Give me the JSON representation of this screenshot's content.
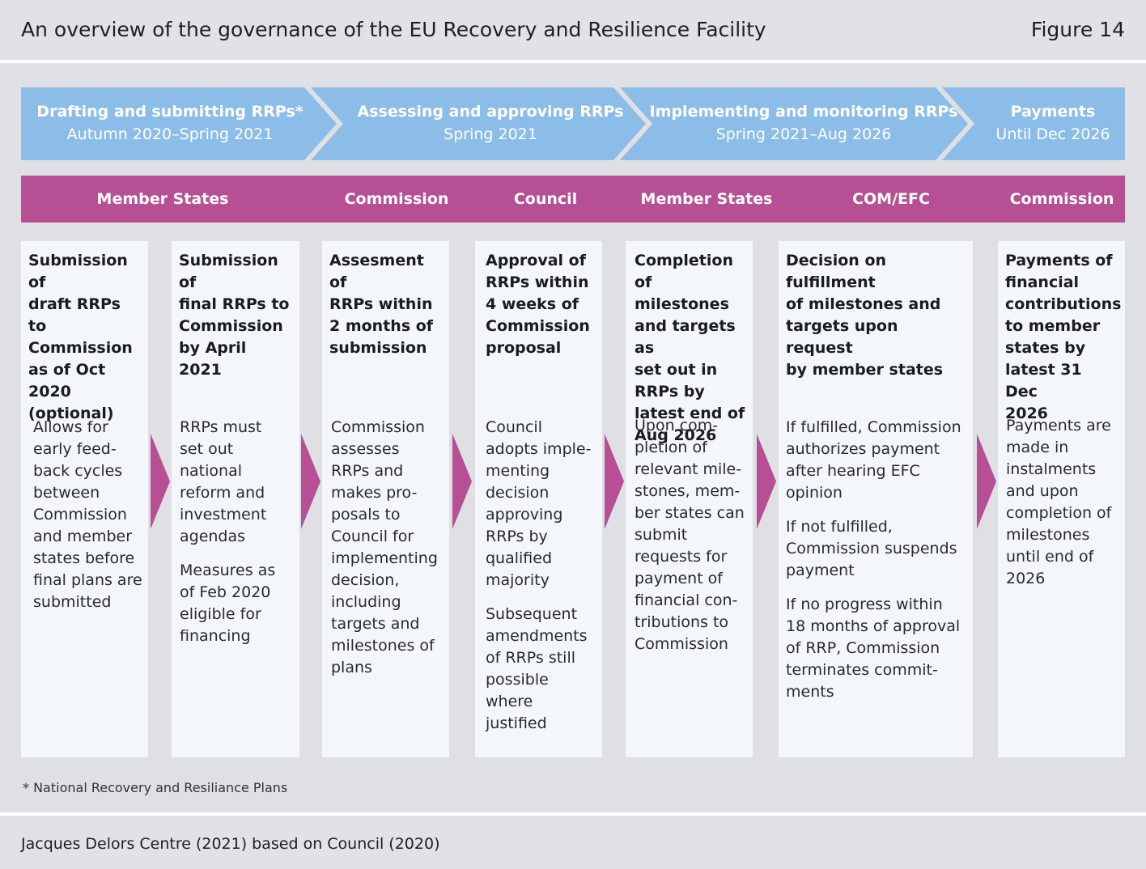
{
  "header": {
    "title": "An overview of the governance of the EU Recovery and Resilience Facility",
    "figure_label": "Figure 14"
  },
  "phases": [
    {
      "title": "Drafting and submitting RRPs*",
      "period": "Autumn 2020–Spring 2021"
    },
    {
      "title": "Assessing and approving RRPs",
      "period": "Spring 2021"
    },
    {
      "title": "Implementing and monitoring RRPs",
      "period": "Spring 2021–Aug 2026"
    },
    {
      "title": "Payments",
      "period": "Until Dec 2026"
    }
  ],
  "actors": [
    "Member States",
    "Commission",
    "Council",
    "Member States",
    "COM/EFC",
    "Commission"
  ],
  "cards": [
    {
      "heading": "Submission of\ndraft RRPs to\nCommission\nas of Oct 2020\n(optional)",
      "body": [
        "Allows for\nearly feed-\nback cycles\nbetween\nCommission\nand member\nstates before\nfinal plans are\nsubmitted"
      ]
    },
    {
      "heading": "Submission of\nfinal RRPs to\nCommission\nby April 2021",
      "body": [
        "RRPs must\nset out\nnational\nreform and\ninvestment\nagendas",
        "Measures as\nof Feb 2020\neligible for\nfinancing"
      ]
    },
    {
      "heading": "Assesment of\nRRPs within\n2 months of\nsubmission",
      "body": [
        "Commission\nassesses\nRRPs and\nmakes pro-\nposals to\nCouncil for\nimplementing\ndecision,\nincluding\ntargets and\nmilestones of\nplans"
      ]
    },
    {
      "heading": "Approval of\nRRPs within\n4 weeks of\nCommission\nproposal",
      "body": [
        "Council\nadopts imple-\nmenting\ndecision\napproving\nRRPs by\nqualified\nmajority",
        "Subsequent\namendments\nof RRPs still\npossible\nwhere\njustified"
      ]
    },
    {
      "heading": "Completion of\nmilestones\nand targets as\nset out in\nRRPs by\nlatest end of\nAug 2026",
      "body": [
        "Upon com-\npletion of\nrelevant mile-\nstones, mem-\nber states can\nsubmit\nrequests for\npayment of\nfinancial con-\ntributions to\nCommission"
      ]
    },
    {
      "heading": "Decision on fulfillment\nof milestones and\ntargets upon request\nby member states",
      "body": [
        "If fulfilled, Commission\nauthorizes payment\nafter hearing EFC\nopinion",
        "If not fulfilled,\nCommission suspends\npayment",
        "If no progress within\n18 months of approval\nof RRP, Commission\nterminates commit-\nments"
      ]
    },
    {
      "heading": "Payments of\nfinancial\ncontributions\nto member\nstates by\nlatest 31 Dec\n2026",
      "body": [
        "Payments are\nmade in\ninstalments\nand upon\ncompletion of\nmilestones\nuntil end of\n2026"
      ]
    }
  ],
  "footnote": "* National Recovery and Resiliance Plans",
  "source": "Jacques Delors Centre (2021) based on Council (2020)",
  "colors": {
    "phase": "#8cbde8",
    "actor": "#b64f93",
    "card": "#f3f6fa",
    "background": "#dfe0e4"
  }
}
